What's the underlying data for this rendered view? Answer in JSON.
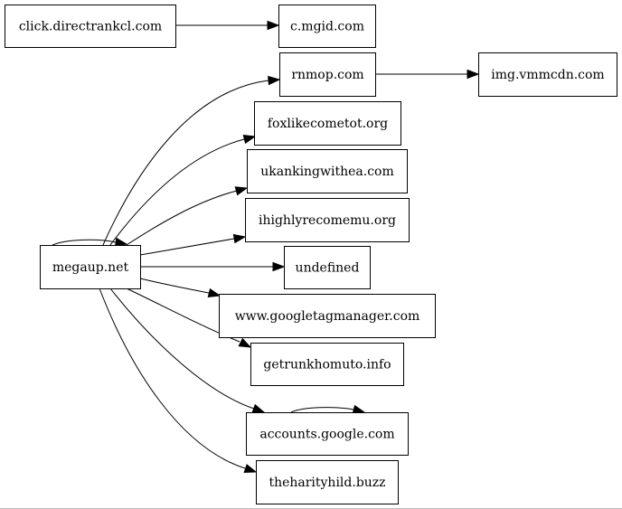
{
  "diagram": {
    "nodes": [
      {
        "id": "click",
        "label": "click.directrankcl.com"
      },
      {
        "id": "mgid",
        "label": "c.mgid.com"
      },
      {
        "id": "rnmop",
        "label": "rnmop.com"
      },
      {
        "id": "vmmcdn",
        "label": "img.vmmcdn.com"
      },
      {
        "id": "foxlike",
        "label": "foxlikecometot.org"
      },
      {
        "id": "ukanking",
        "label": "ukankingwithea.com"
      },
      {
        "id": "ihighly",
        "label": "ihighlyrecomemu.org"
      },
      {
        "id": "megaup",
        "label": "megaup.net"
      },
      {
        "id": "undefined",
        "label": "undefined"
      },
      {
        "id": "gtm",
        "label": "www.googletagmanager.com"
      },
      {
        "id": "getrunk",
        "label": "getrunkhomuto.info"
      },
      {
        "id": "accounts",
        "label": "accounts.google.com"
      },
      {
        "id": "theharity",
        "label": "theharityhild.buzz"
      }
    ],
    "edges": [
      {
        "from": "click",
        "to": "mgid"
      },
      {
        "from": "rnmop",
        "to": "vmmcdn"
      },
      {
        "from": "megaup",
        "to": "megaup"
      },
      {
        "from": "megaup",
        "to": "rnmop"
      },
      {
        "from": "megaup",
        "to": "foxlike"
      },
      {
        "from": "megaup",
        "to": "ukanking"
      },
      {
        "from": "megaup",
        "to": "ihighly"
      },
      {
        "from": "megaup",
        "to": "undefined"
      },
      {
        "from": "megaup",
        "to": "gtm"
      },
      {
        "from": "megaup",
        "to": "getrunk"
      },
      {
        "from": "megaup",
        "to": "accounts"
      },
      {
        "from": "megaup",
        "to": "theharity"
      },
      {
        "from": "accounts",
        "to": "accounts"
      }
    ]
  }
}
